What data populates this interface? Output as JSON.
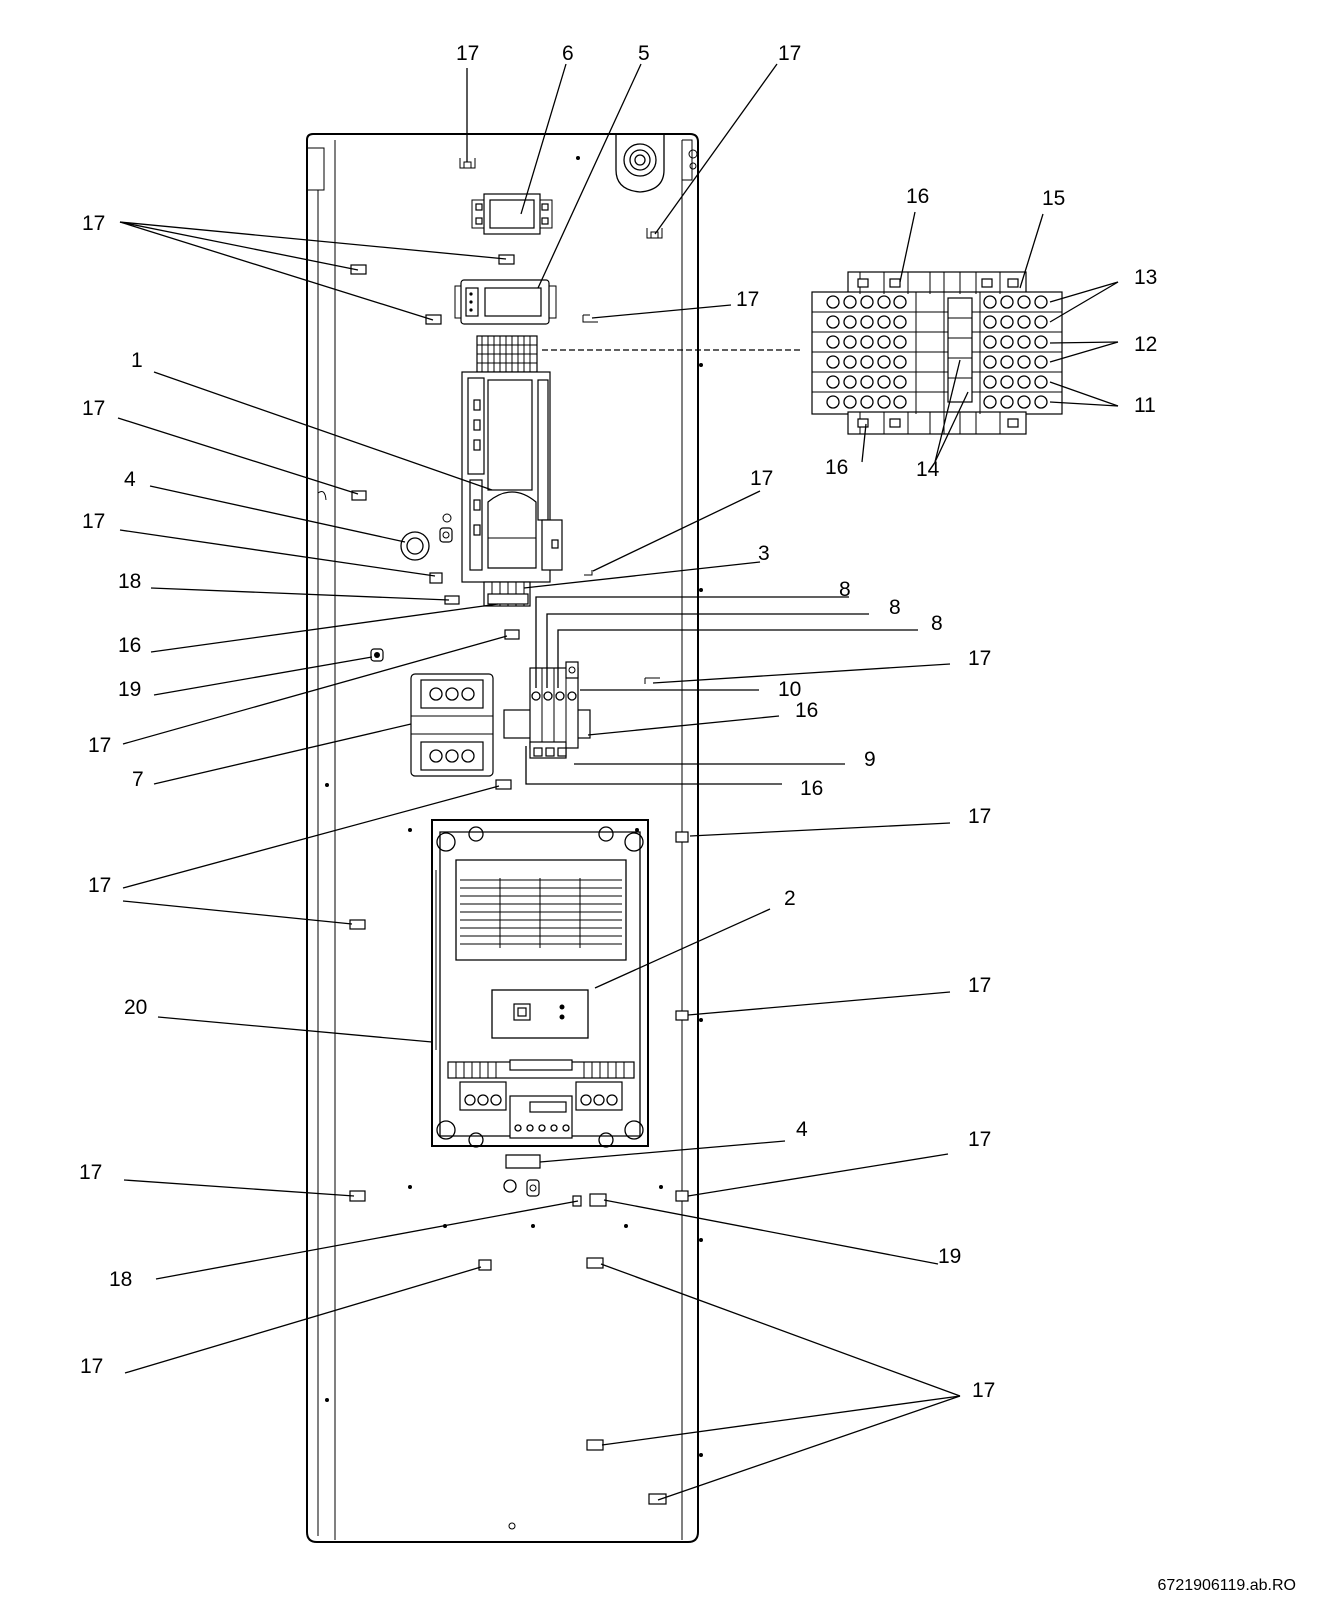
{
  "figure_ref": "6721906119.ab.RO",
  "callouts": [
    {
      "id": "c1",
      "label": "17"
    },
    {
      "id": "c2",
      "label": "6"
    },
    {
      "id": "c3",
      "label": "5"
    },
    {
      "id": "c4",
      "label": "17"
    },
    {
      "id": "c5",
      "label": "17"
    },
    {
      "id": "c6",
      "label": "17"
    },
    {
      "id": "c7",
      "label": "16"
    },
    {
      "id": "c8",
      "label": "15"
    },
    {
      "id": "c9",
      "label": "13"
    },
    {
      "id": "c10",
      "label": "12"
    },
    {
      "id": "c11",
      "label": "11"
    },
    {
      "id": "c12",
      "label": "1"
    },
    {
      "id": "c13",
      "label": "17"
    },
    {
      "id": "c14",
      "label": "16"
    },
    {
      "id": "c15",
      "label": "14"
    },
    {
      "id": "c16",
      "label": "4"
    },
    {
      "id": "c17",
      "label": "17"
    },
    {
      "id": "c18",
      "label": "17"
    },
    {
      "id": "c19",
      "label": "18"
    },
    {
      "id": "c20",
      "label": "3"
    },
    {
      "id": "c21",
      "label": "16"
    },
    {
      "id": "c22",
      "label": "8"
    },
    {
      "id": "c23",
      "label": "8"
    },
    {
      "id": "c24",
      "label": "8"
    },
    {
      "id": "c25",
      "label": "19"
    },
    {
      "id": "c26",
      "label": "17"
    },
    {
      "id": "c27",
      "label": "10"
    },
    {
      "id": "c28",
      "label": "17"
    },
    {
      "id": "c29",
      "label": "16"
    },
    {
      "id": "c30",
      "label": "7"
    },
    {
      "id": "c31",
      "label": "9"
    },
    {
      "id": "c32",
      "label": "16"
    },
    {
      "id": "c33",
      "label": "17"
    },
    {
      "id": "c34",
      "label": "17"
    },
    {
      "id": "c35",
      "label": "2"
    },
    {
      "id": "c36",
      "label": "20"
    },
    {
      "id": "c37",
      "label": "17"
    },
    {
      "id": "c38",
      "label": "4"
    },
    {
      "id": "c39",
      "label": "17"
    },
    {
      "id": "c40",
      "label": "17"
    },
    {
      "id": "c41",
      "label": "19"
    },
    {
      "id": "c42",
      "label": "18"
    },
    {
      "id": "c43",
      "label": "17"
    },
    {
      "id": "c44",
      "label": "17"
    }
  ]
}
